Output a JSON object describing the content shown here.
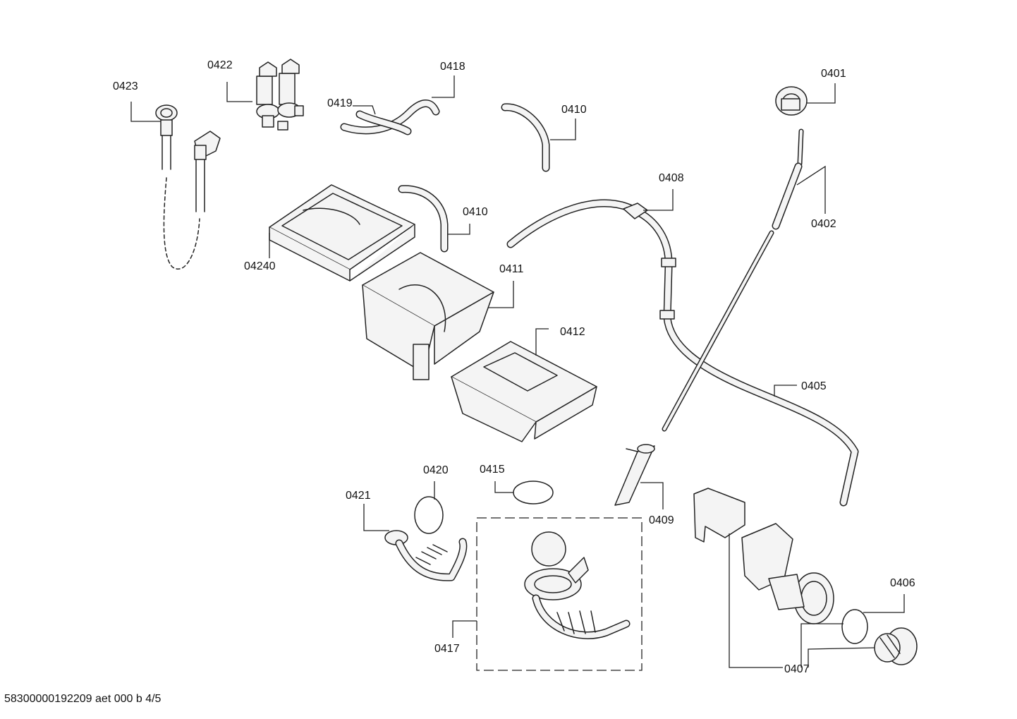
{
  "labels": {
    "p0423": "0423",
    "p0422": "0422",
    "p0419": "0419",
    "p0418": "0418",
    "p0410a": "0410",
    "p0401": "0401",
    "p0408": "0408",
    "p0402": "0402",
    "p0410b": "0410",
    "p04240": "04240",
    "p0411": "0411",
    "p0412": "0412",
    "p0405": "0405",
    "p0420": "0420",
    "p0415": "0415",
    "p0421": "0421",
    "p0409": "0409",
    "p0406": "0406",
    "p0417": "0417",
    "p0407": "0407"
  },
  "footer": "58300000192209 aet 000 b 4/5"
}
